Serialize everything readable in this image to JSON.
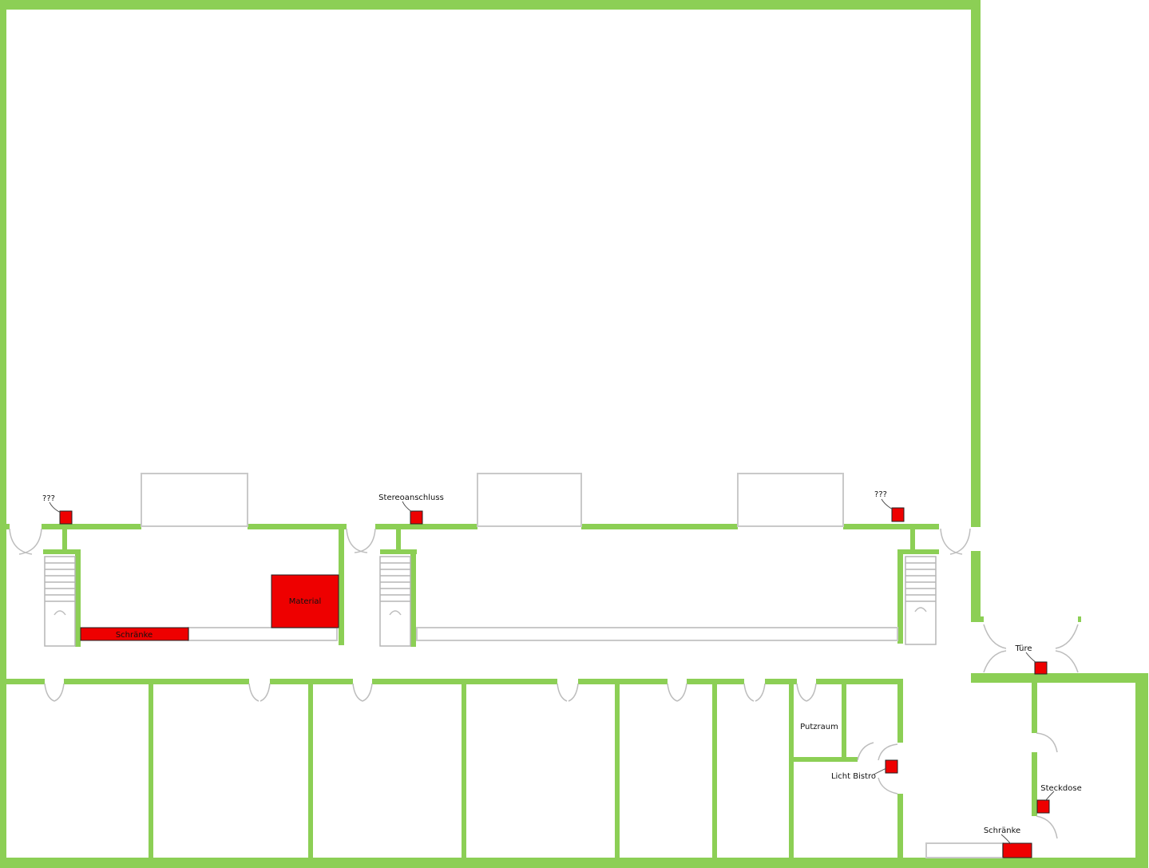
{
  "plan": {
    "wall_color": "#8ccf55",
    "marker_color": "#ee0000",
    "labels": {
      "unknown_left": "???",
      "stereo": "Stereoanschluss",
      "unknown_right": "???",
      "material": "Material",
      "cabinets_left": "Schränke",
      "door": "Türe",
      "cleaning_room": "Putzraum",
      "light_bistro": "Licht Bistro",
      "socket": "Steckdose",
      "cabinets_right": "Schränke"
    }
  }
}
